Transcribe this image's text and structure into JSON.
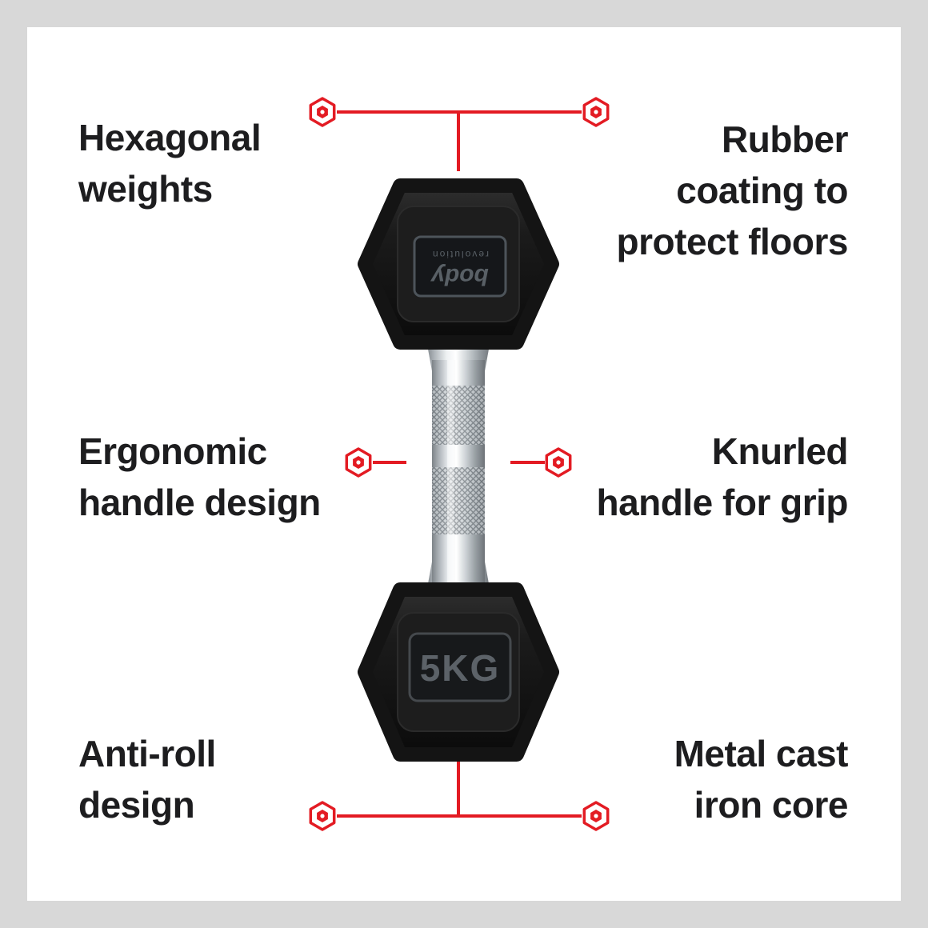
{
  "colors": {
    "accent_red": "#e31b23",
    "text": "#1d1d1f",
    "frame_gray": "#d8d8d8",
    "panel_white": "#ffffff"
  },
  "callouts": {
    "top_left": {
      "lines": [
        "Hexagonal",
        "weights"
      ]
    },
    "top_right": {
      "lines": [
        "Rubber",
        "coating to",
        "protect floors"
      ]
    },
    "mid_left": {
      "lines": [
        "Ergonomic",
        "handle design"
      ]
    },
    "mid_right": {
      "lines": [
        "Knurled",
        "handle for grip"
      ]
    },
    "bottom_left": {
      "lines": [
        "Anti-roll",
        "design"
      ]
    },
    "bottom_right": {
      "lines": [
        "Metal cast",
        "iron core"
      ]
    }
  },
  "dumbbell": {
    "weight_label": "5KG",
    "brand_name": "body",
    "brand_sub": "revolution"
  }
}
